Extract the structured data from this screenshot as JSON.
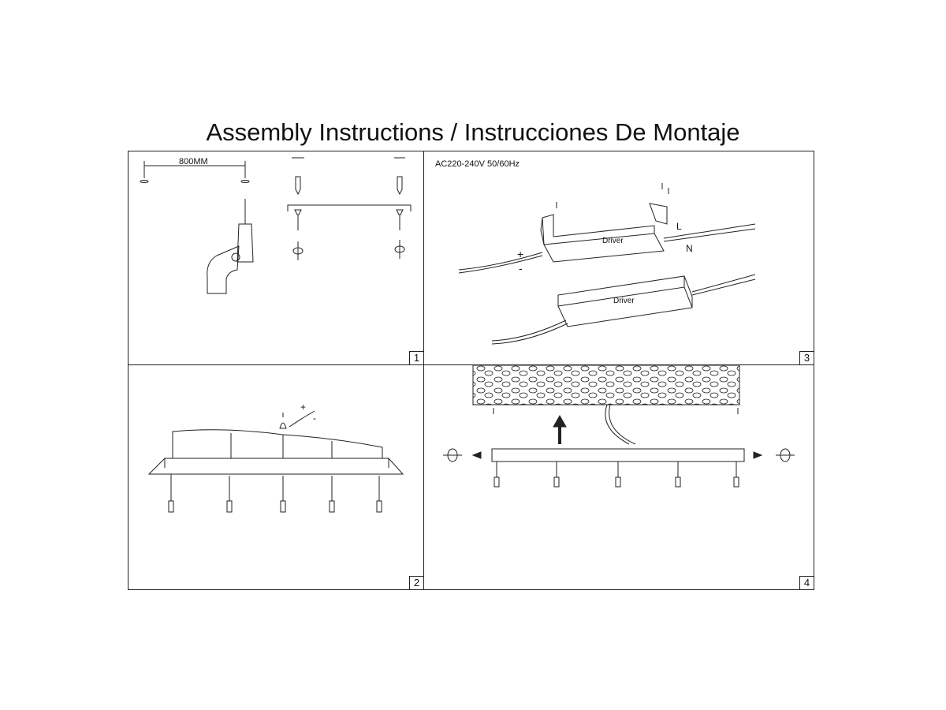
{
  "title": "Assembly Instructions / Instrucciones De Montaje",
  "panels": {
    "p1": {
      "number": "1",
      "dimension_label": "800MM"
    },
    "p2": {
      "number": "2",
      "polarity_plus": "+",
      "polarity_minus": "-"
    },
    "p3": {
      "number": "3",
      "spec": "AC220-240V 50/60Hz",
      "driver_label": "Driver",
      "plus": "+",
      "minus": "-",
      "live": "L",
      "neutral": "N"
    },
    "p4": {
      "number": "4"
    }
  },
  "colors": {
    "line": "#222222",
    "background": "#ffffff"
  }
}
